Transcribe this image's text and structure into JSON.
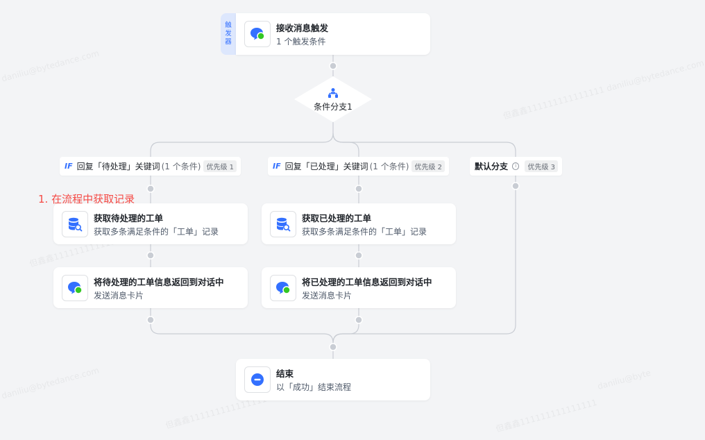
{
  "trigger": {
    "tag": [
      "触",
      "发",
      "器"
    ],
    "title": "接收消息触发",
    "subtitle": "1 个触发条件"
  },
  "branch_node": {
    "label": "条件分支1"
  },
  "conditions": [
    {
      "if": "IF",
      "label": "回复「待处理」关键词",
      "count": "(1 个条件)",
      "priority": "优先级 1"
    },
    {
      "if": "IF",
      "label": "回复「已处理」关键词",
      "count": "(1 个条件)",
      "priority": "优先级 2"
    },
    {
      "label": "默认分支",
      "info": "i",
      "priority": "优先级 3"
    }
  ],
  "annotation": "1. 在流程中获取记录",
  "steps": {
    "left_get": {
      "title": "获取待处理的工单",
      "subtitle": "获取多条满足条件的「工单」记录"
    },
    "left_send": {
      "title": "将待处理的工单信息返回到对话中",
      "subtitle": "发送消息卡片"
    },
    "mid_get": {
      "title": "获取已处理的工单",
      "subtitle": "获取多条满足条件的「工单」记录"
    },
    "mid_send": {
      "title": "将已处理的工单信息返回到对话中",
      "subtitle": "发送消息卡片"
    }
  },
  "end": {
    "title": "结束",
    "subtitle": "以「成功」结束流程"
  },
  "watermarks": [
    "daniliu@bytedance.com",
    "但鑫鑫111111111111111 daniliu@bytedance.com",
    "但鑫鑫111111111111111",
    "daniliu@byte"
  ],
  "colors": {
    "accent": "#3370ff",
    "annotation": "#f54a45",
    "line": "#c9cdd4",
    "green": "#34c724"
  },
  "icons": {
    "trigger": "message-bubble-icon",
    "branch": "branch-people-icon",
    "get": "database-search-icon",
    "send": "message-bubble-icon",
    "end": "stop-circle-icon"
  }
}
